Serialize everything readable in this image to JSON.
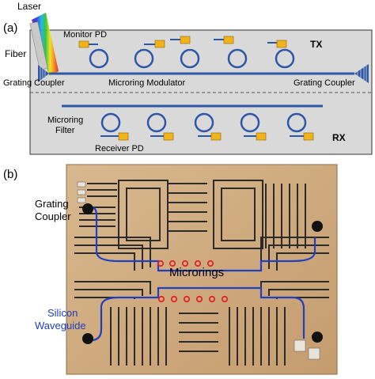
{
  "panel_a": {
    "label": "(a)",
    "laser": "Laser",
    "fiber": "Fiber",
    "monitor_pd": "Monitor PD",
    "tx": "TX",
    "rx": "RX",
    "grating_coupler_left": "Grating Coupler",
    "grating_coupler_right": "Grating Coupler",
    "modulator": "Microring Modulator",
    "filter_line1": "Microring",
    "filter_line2": "Filter",
    "receiver_pd": "Receiver PD"
  },
  "panel_b": {
    "label": "(b)",
    "grating_line1": "Grating",
    "grating_line2": "Coupler",
    "microrings": "Microrings",
    "silicon_line1": "Silicon",
    "silicon_line2": "Waveguide"
  },
  "colors": {
    "box_fill": "#d9d9d9",
    "waveguide": "#2f57a8",
    "photodetector": "#f2b21a",
    "chip_pad": "#c9a477",
    "chip_metal": "#2b2b2b",
    "ring_marker": "#e0262a",
    "annotation_blue": "#1f3fbf"
  }
}
